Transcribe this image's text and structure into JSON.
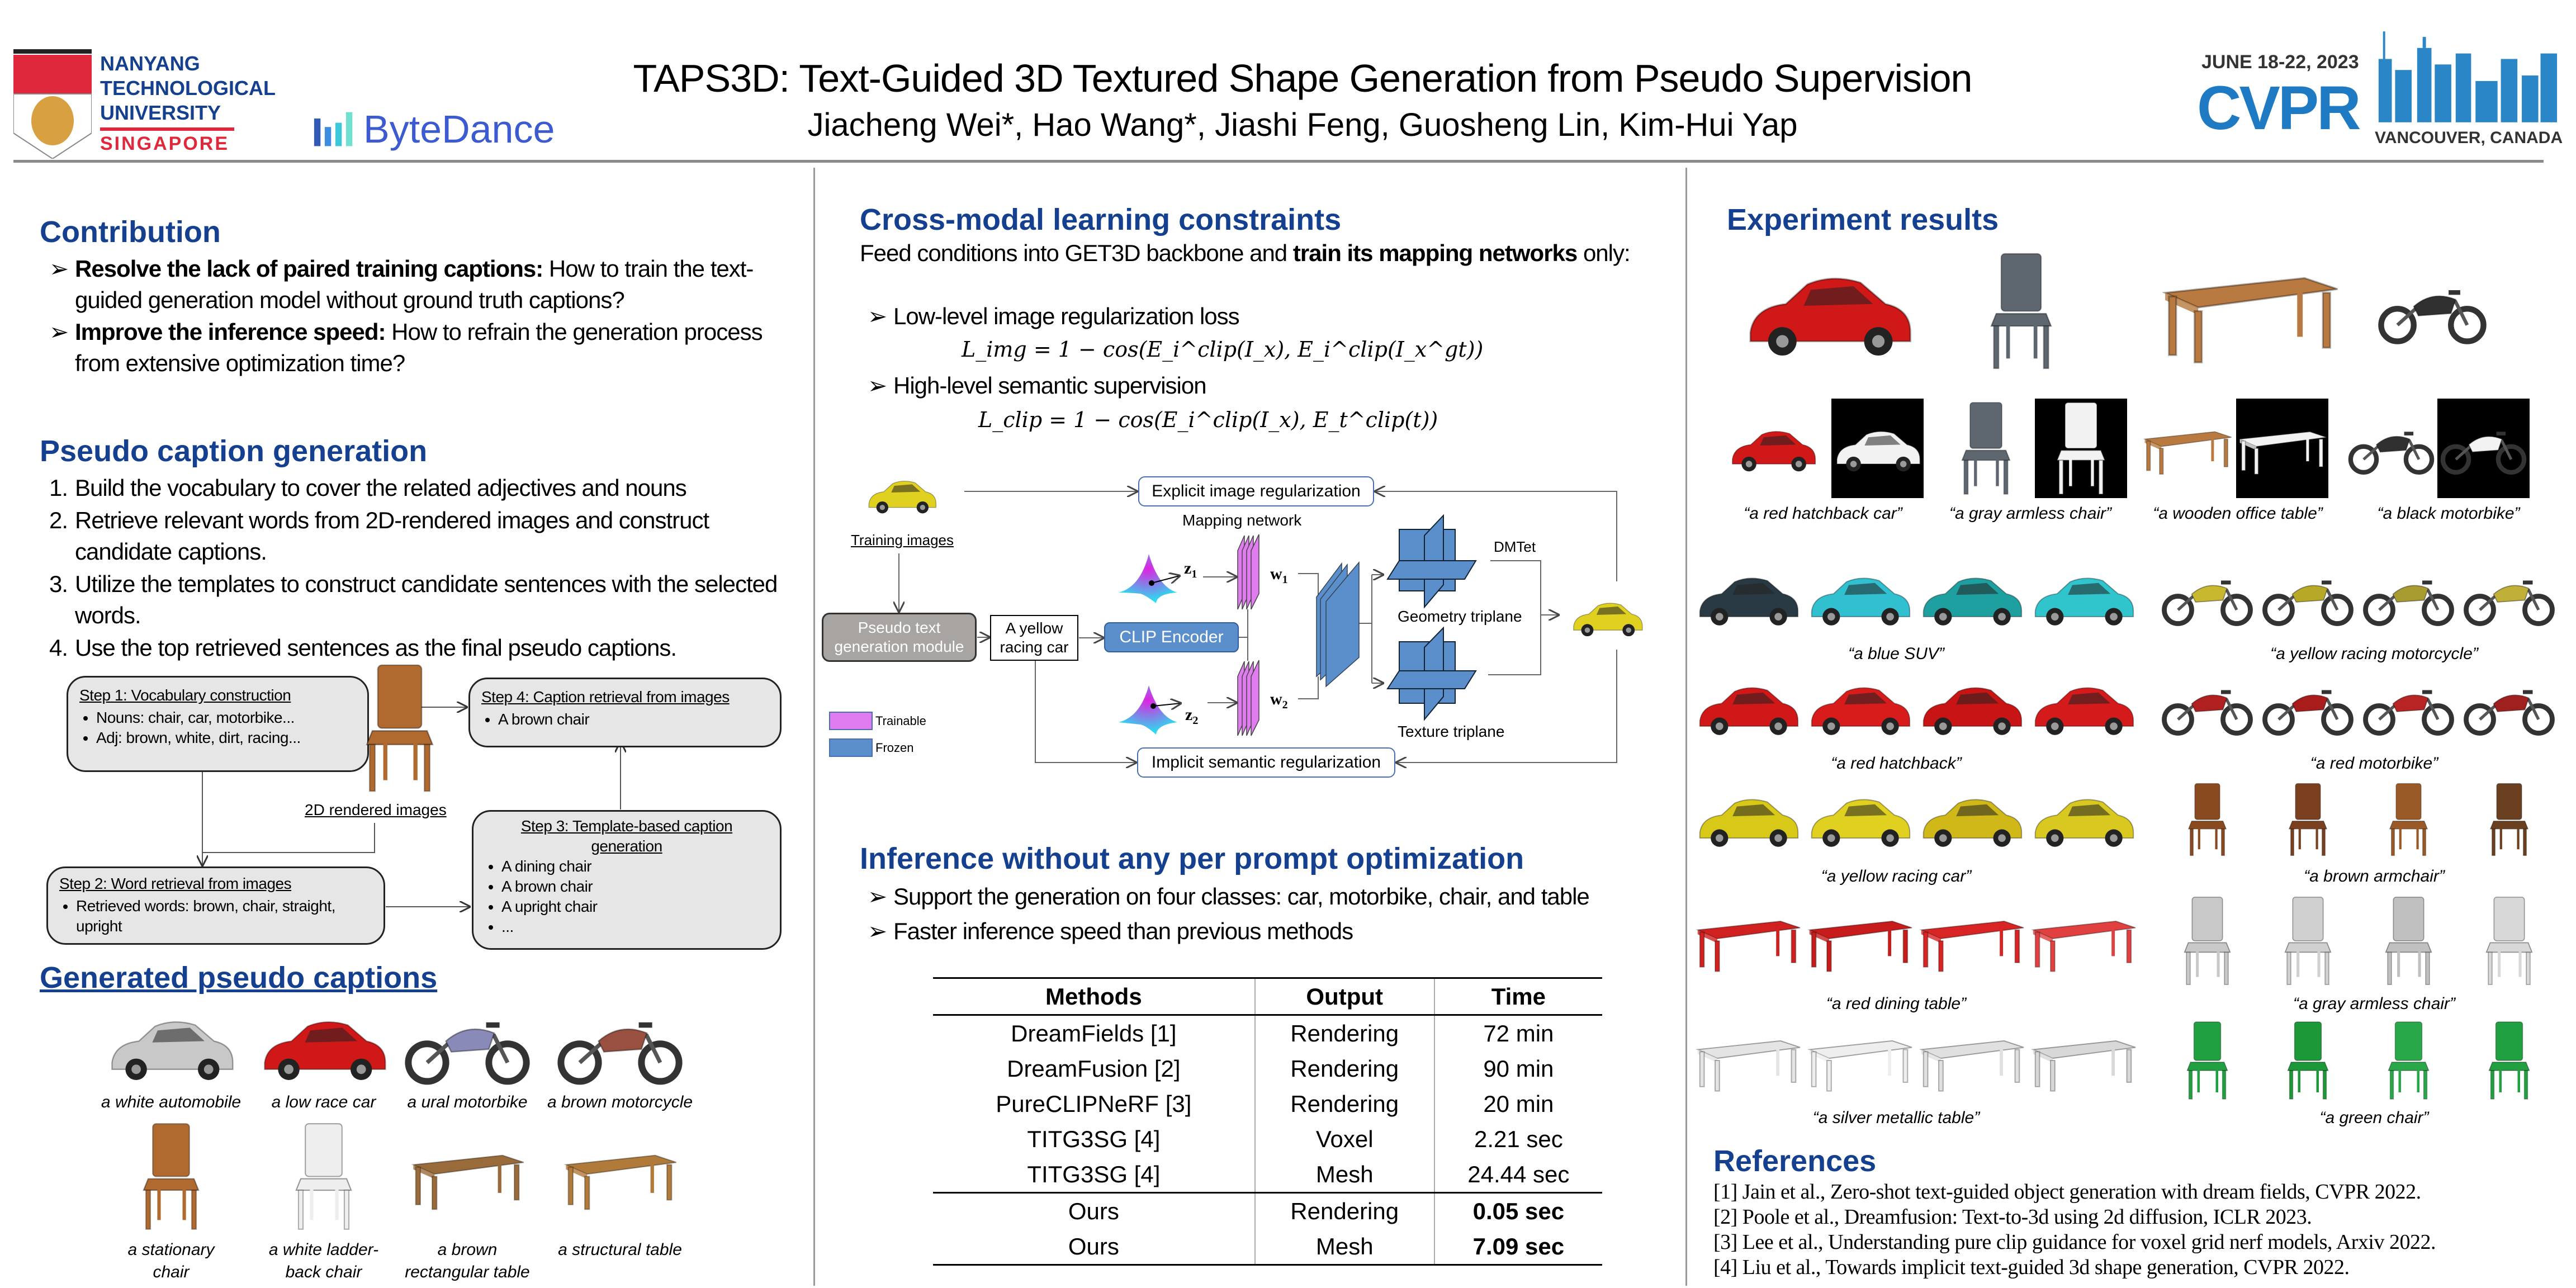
{
  "header": {
    "title": "TAPS3D: Text-Guided 3D Textured Shape Generation from Pseudo Supervision",
    "authors": "Jiacheng Wei*, Hao Wang*, Jiashi Feng, Guosheng Lin, Kim-Hui Yap",
    "ntu_logo": {
      "line1": "NANYANG",
      "line2": "TECHNOLOGICAL",
      "line3": "UNIVERSITY",
      "line4": "SINGAPORE"
    },
    "bytedance_logo": "ByteDance",
    "cvpr_logo": {
      "dates": "JUNE 18-22, 2023",
      "name": "CVPR",
      "location": "VANCOUVER, CANADA"
    }
  },
  "colors": {
    "heading": "#14408f",
    "trainable": "#e07cf0",
    "frozen": "#5b8fcc"
  },
  "contribution": {
    "heading": "Contribution",
    "items": [
      {
        "bold": "Resolve the lack of paired training captions:",
        "text": " How to train the text-guided generation model without ground truth captions?"
      },
      {
        "bold": "Improve the inference speed:",
        "text": " How to refrain the generation process from extensive optimization time?"
      }
    ]
  },
  "pseudo": {
    "heading": "Pseudo caption generation",
    "items": [
      "Build the vocabulary to cover the related adjectives and nouns",
      "Retrieve relevant words from 2D-rendered images and construct candidate captions.",
      "Utilize the templates to construct candidate sentences with the selected words.",
      "Use the top retrieved sentences as the final pseudo captions."
    ],
    "diagram": {
      "step1": {
        "title": "Step 1: Vocabulary construction",
        "bullets": [
          "Nouns: chair, car, motorbike...",
          "Adj: brown, white, dirt, racing..."
        ]
      },
      "step2": {
        "title": "Step 2: Word retrieval from images",
        "bullets": [
          "Retrieved words: brown, chair, straight, upright"
        ]
      },
      "step3": {
        "title": "Step 3: Template-based caption generation",
        "bullets": [
          "A dining chair",
          "A brown chair",
          "A upright chair",
          "..."
        ]
      },
      "step4": {
        "title": "Step 4: Caption retrieval from images",
        "bullets": [
          "A brown chair"
        ]
      },
      "rendered_label": "2D rendered images"
    }
  },
  "generated": {
    "heading": "Generated pseudo captions",
    "row1": [
      {
        "caption": "a white automobile",
        "kind": "car",
        "color": "#c8c8c8"
      },
      {
        "caption": "a low race car",
        "kind": "car",
        "color": "#d01818"
      },
      {
        "caption": "a ural motorbike",
        "kind": "motorbike",
        "color": "#8a8ab8"
      },
      {
        "caption": "a brown motorcycle",
        "kind": "motorbike",
        "color": "#9a5040"
      }
    ],
    "row2": [
      {
        "caption": "a stationary chair",
        "kind": "chair",
        "color": "#b06a30"
      },
      {
        "caption": "a white ladder-back chair",
        "kind": "chair",
        "color": "#eeeeee"
      },
      {
        "caption": "a brown rectangular table",
        "kind": "table",
        "color": "#9a6b3a"
      },
      {
        "caption": "a structural table",
        "kind": "table",
        "color": "#b07a3a"
      }
    ]
  },
  "crossmodal": {
    "heading": "Cross-modal learning constraints",
    "intro_a": "Feed conditions into GET3D backbone and ",
    "intro_bold": "train its mapping networks",
    "intro_b": "only:",
    "bullet1": "Low-level image regularization loss",
    "formula1": "L_img = 1 − cos(E_i^clip(I_x), E_i^clip(I_x^gt))",
    "bullet2": "High-level semantic supervision",
    "formula2": "L_clip = 1 − cos(E_i^clip(I_x), E_t^clip(t))",
    "diagram": {
      "training_images": "Training images",
      "explicit": "Explicit image regularization",
      "implicit": "Implicit semantic regularization",
      "mapping": "Mapping network",
      "pseudo_module": "Pseudo text generation module",
      "prompt": "A yellow racing car",
      "clip": "CLIP Encoder",
      "z1": "z",
      "z2": "z",
      "w1": "w",
      "w2": "w",
      "dmtet": "DMTet",
      "geometry": "Geometry triplane",
      "texture": "Texture triplane",
      "legend_trainable": "Trainable",
      "legend_frozen": "Frozen"
    }
  },
  "inference": {
    "heading": "Inference without any per prompt optimization",
    "bullets": [
      "Support the generation on four classes: car, motorbike, chair, and table",
      "Faster inference speed than previous methods"
    ],
    "table": {
      "headers": [
        "Methods",
        "Output",
        "Time"
      ],
      "rows": [
        [
          "DreamFields [1]",
          "Rendering",
          "72 min"
        ],
        [
          "DreamFusion [2]",
          "Rendering",
          "90 min"
        ],
        [
          "PureCLIPNeRF [3]",
          "Rendering",
          "20 min"
        ],
        [
          "TITG3SG [4]",
          "Voxel",
          "2.21 sec"
        ],
        [
          "TITG3SG [4]",
          "Mesh",
          "24.44 sec"
        ],
        [
          "Ours",
          "Rendering",
          "0.05 sec"
        ],
        [
          "Ours",
          "Mesh",
          "7.09 sec"
        ]
      ]
    }
  },
  "experiments": {
    "heading": "Experiment results",
    "top": [
      {
        "caption": "“a red  hatchback car”",
        "kind": "car",
        "color": "#d01818"
      },
      {
        "caption": "“a gray armless chair”",
        "kind": "chair",
        "color": "#5e6670"
      },
      {
        "caption": "“a wooden office table”",
        "kind": "table",
        "color": "#b87a40"
      },
      {
        "caption": "“a black motorbike”",
        "kind": "motorbike",
        "color": "#303030"
      }
    ],
    "grid": [
      {
        "left": {
          "caption": "“a blue SUV”",
          "kind": "car",
          "colors": [
            "#2a3a44",
            "#30c0d0",
            "#1fa0a0",
            "#30c4cc"
          ]
        },
        "right": {
          "caption": "“a yellow racing motorcycle”",
          "kind": "motorbike",
          "colors": [
            "#c8b830",
            "#b8a828",
            "#a89c30",
            "#c0b038"
          ]
        }
      },
      {
        "left": {
          "caption": "“a red hatchback”",
          "kind": "car",
          "colors": [
            "#d01818",
            "#d81c1c",
            "#c81414",
            "#d41a1a"
          ]
        },
        "right": {
          "caption": "“a red motorbike”",
          "kind": "motorbike",
          "colors": [
            "#b02020",
            "#a81c1c",
            "#b82424",
            "#a02020"
          ]
        }
      },
      {
        "left": {
          "caption": "“a yellow racing car”",
          "kind": "car",
          "colors": [
            "#d8c818",
            "#e0d020",
            "#d0b818",
            "#d8c820"
          ]
        },
        "right": {
          "caption": "“a brown armchair”",
          "kind": "chair",
          "colors": [
            "#8a4a20",
            "#7a4020",
            "#9a5a28",
            "#6a4020"
          ]
        }
      },
      {
        "left": {
          "caption": "“a red dining table”",
          "kind": "table",
          "colors": [
            "#d02020",
            "#c81c1c",
            "#d82424",
            "#e04040"
          ]
        },
        "right": {
          "caption": "“a gray armless chair”",
          "kind": "chair",
          "colors": [
            "#c8c8c8",
            "#d0d0d0",
            "#c0c0c0",
            "#d8d8d8"
          ]
        }
      },
      {
        "left": {
          "caption": "“a silver metallic table”",
          "kind": "table",
          "colors": [
            "#e4e4e4",
            "#eeeeee",
            "#e0e0e0",
            "#d8d8d8"
          ]
        },
        "right": {
          "caption": "“a green chair”",
          "kind": "chair",
          "colors": [
            "#20a040",
            "#1c9838",
            "#28a848",
            "#20a040"
          ]
        }
      }
    ]
  },
  "references": {
    "heading": "References",
    "items": [
      "[1] Jain et al., Zero-shot text-guided object generation with dream fields, CVPR 2022.",
      "[2] Poole et al., Dreamfusion: Text-to-3d using 2d diffusion, ICLR 2023.",
      "[3] Lee et al., Understanding pure clip guidance for voxel grid nerf models, Arxiv 2022.",
      "[4] Liu et al., Towards implicit text-guided 3d shape generation, CVPR 2022."
    ]
  }
}
